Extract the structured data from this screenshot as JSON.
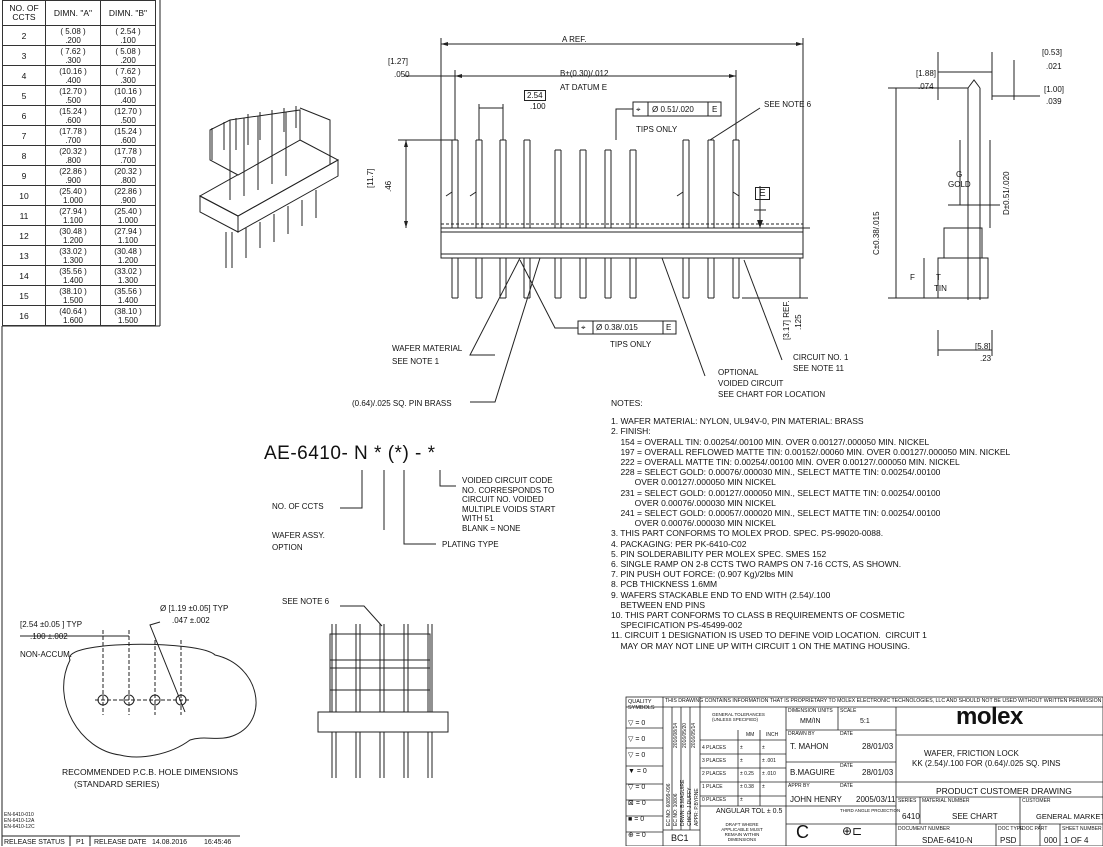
{
  "circuit_table": {
    "headers": [
      "NO. OF CCTS",
      "DIMN. \"A\"",
      "DIMN. \"B\""
    ],
    "rows": [
      {
        "ccts": "2",
        "a_mm": "( 5.08 )",
        "a_in": ".200",
        "b_mm": "( 2.54 )",
        "b_in": ".100"
      },
      {
        "ccts": "3",
        "a_mm": "( 7.62 )",
        "a_in": ".300",
        "b_mm": "( 5.08 )",
        "b_in": ".200"
      },
      {
        "ccts": "4",
        "a_mm": "(10.16 )",
        "a_in": ".400",
        "b_mm": "( 7.62 )",
        "b_in": ".300"
      },
      {
        "ccts": "5",
        "a_mm": "(12.70 )",
        "a_in": ".500",
        "b_mm": "(10.16 )",
        "b_in": ".400"
      },
      {
        "ccts": "6",
        "a_mm": "(15.24 )",
        "a_in": ".600",
        "b_mm": "(12.70 )",
        "b_in": ".500"
      },
      {
        "ccts": "7",
        "a_mm": "(17.78 )",
        "a_in": ".700",
        "b_mm": "(15.24 )",
        "b_in": ".600"
      },
      {
        "ccts": "8",
        "a_mm": "(20.32 )",
        "a_in": ".800",
        "b_mm": "(17.78 )",
        "b_in": ".700"
      },
      {
        "ccts": "9",
        "a_mm": "(22.86 )",
        "a_in": ".900",
        "b_mm": "(20.32 )",
        "b_in": ".800"
      },
      {
        "ccts": "10",
        "a_mm": "(25.40 )",
        "a_in": "1.000",
        "b_mm": "(22.86 )",
        "b_in": ".900"
      },
      {
        "ccts": "11",
        "a_mm": "(27.94 )",
        "a_in": "1.100",
        "b_mm": "(25.40 )",
        "b_in": "1.000"
      },
      {
        "ccts": "12",
        "a_mm": "(30.48 )",
        "a_in": "1.200",
        "b_mm": "(27.94 )",
        "b_in": "1.100"
      },
      {
        "ccts": "13",
        "a_mm": "(33.02 )",
        "a_in": "1.300",
        "b_mm": "(30.48 )",
        "b_in": "1.200"
      },
      {
        "ccts": "14",
        "a_mm": "(35.56 )",
        "a_in": "1.400",
        "b_mm": "(33.02 )",
        "b_in": "1.300"
      },
      {
        "ccts": "15",
        "a_mm": "(38.10 )",
        "a_in": "1.500",
        "b_mm": "(35.56 )",
        "b_in": "1.400"
      },
      {
        "ccts": "16",
        "a_mm": "(40.64 )",
        "a_in": "1.600",
        "b_mm": "(38.10 )",
        "b_in": "1.500"
      }
    ]
  },
  "front_view": {
    "a_ref": "A  REF.",
    "b_dim": "B±(0.30)/.012",
    "at_datum": "AT DATUM E",
    "pitch_mm": "2.54",
    "pitch_in": ".100",
    "tol1": "Ø 0.51/.020",
    "datum_e": "E",
    "tips_only": "TIPS ONLY",
    "see_note_6": "SEE NOTE 6",
    "dim127_mm": "[1.27]",
    "dim127_in": ".050",
    "dim117": "[11.7]",
    "dim46": ".46",
    "tol2": "Ø 0.38/.015",
    "tips_only_2": "TIPS ONLY",
    "dim317": "[3.17] REF.",
    "dim125": ".125",
    "wafer_material": "WAFER MATERIAL",
    "see_note_1": "SEE NOTE 1",
    "optional": "OPTIONAL",
    "voided_circuit": "VOIDED CIRCUIT",
    "see_chart": "SEE CHART FOR LOCATION",
    "circuit_no1": "CIRCUIT NO. 1",
    "see_note_11": "SEE NOTE 11",
    "pin_brass": "(0.64)/.025 SQ. PIN BRASS"
  },
  "side_view": {
    "d053": "[0.53]",
    "d021": ".021",
    "d188": "[1.88]",
    "d074": ".074",
    "d100": "[1.00]",
    "d039": ".039",
    "g": "G",
    "gold": "GOLD",
    "d_dim": "D±0.51/.020",
    "c_dim": "C±0.38/.015",
    "f": "F",
    "t": "T",
    "tin": "TIN",
    "d58": "[5.8]",
    "d23": ".23"
  },
  "part_code": {
    "code": "AE-6410- N * (*) - *",
    "voided_lines": [
      "VOIDED CIRCUIT CODE",
      "NO. CORRESPONDS TO",
      "CIRCUIT NO. VOIDED",
      "MULTIPLE VOIDS START",
      "WITH 51",
      "BLANK = NONE"
    ],
    "no_of_ccts": "NO. OF CCTS",
    "wafer_assy": "WAFER ASSY.",
    "option": "OPTION",
    "plating_type": "PLATING TYPE"
  },
  "pcb": {
    "pitch_label": "[2.54 ±0.05 ] TYP",
    "pitch_in": ".100 ±.002",
    "hole_label": "Ø [1.19 ±0.05] TYP",
    "hole_in": ".047 ±.002",
    "non_accum": "NON-ACCUM.",
    "caption1": "RECOMMENDED P.C.B. HOLE DIMENSIONS",
    "caption2": "(STANDARD SERIES)",
    "see_note_6": "SEE NOTE 6"
  },
  "notes": {
    "title": "NOTES:",
    "lines": [
      "1. WAFER MATERIAL: NYLON, UL94V-0, PIN MATERIAL: BRASS",
      "2. FINISH:",
      "    154 = OVERALL TIN: 0.00254/.00100 MIN. OVER 0.00127/.000050 MIN. NICKEL",
      "    197 = OVERALL REFLOWED MATTE TIN: 0.00152/.00060 MIN. OVER 0.00127/.000050 MIN. NICKEL",
      "    222 = OVERALL MATTE TIN: 0.00254/.00100 MIN. OVER 0.00127/.000050 MIN. NICKEL",
      "    228 = SELECT GOLD: 0.00076/.000030 MIN., SELECT MATTE TIN: 0.00254/.00100",
      "          OVER 0.00127/.000050 MIN NICKEL",
      "    231 = SELECT GOLD: 0.00127/.000050 MIN., SELECT MATTE TIN: 0.00254/.00100",
      "          OVER 0.00076/.000030 MIN NICKEL",
      "    241 = SELECT GOLD: 0.00057/.000020 MIN., SELECT MATTE TIN: 0.00254/.00100",
      "          OVER 0.00076/.000030 MIN NICKEL",
      "3. THIS PART CONFORMS TO MOLEX PROD. SPEC. PS-99020-0088.",
      "4. PACKAGING: PER PK-6410-C02",
      "5. PIN SOLDERABILITY PER MOLEX SPEC. SMES 152",
      "6. SINGLE RAMP ON 2-8 CCTS TWO RAMPS ON 7-16 CCTS, AS SHOWN.",
      "7. PIN PUSH OUT FORCE: (0.907 Kg)/2lbs MIN",
      "8. PCB THICKNESS 1.6MM",
      "9. WAFERS STACKABLE END TO END WITH (2.54)/.100",
      "    BETWEEN END PINS",
      "10. THIS PART CONFORMS TO CLASS B REQUIREMENTS OF COSMETIC",
      "    SPECIFICATION PS-45499-002",
      "11. CIRCUIT 1 DESIGNATION IS USED TO DEFINE VOID LOCATION.  CIRCUIT 1",
      "    MAY OR MAY NOT LINE UP WITH CIRCUIT 1 ON THE MATING HOUSING."
    ]
  },
  "title_block": {
    "proprietary": "THIS DRAWING CONTAINS INFORMATION THAT IS PROPRIETARY TO MOLEX ELECTRONIC TECHNOLOGIES, LLC AND SHOULD NOT BE USED WITHOUT WRITTEN PERMISSION",
    "quality_symbols": "QUALITY SYMBOLS",
    "dimension_units": "DIMENSION UNITS",
    "scale": "SCALE",
    "units_val": "MM/IN",
    "scale_val": "5:1",
    "general_tol": "GENERAL TOLERANCES (UNLESS SPECIFIED)",
    "mm": "MM",
    "inch": "INCH",
    "places": [
      "4 PLACES",
      "3 PLACES",
      "2 PLACES",
      "1 PLACE",
      "0 PLACES"
    ],
    "place_mm": [
      "±",
      "±",
      "± 0.25",
      "± 0.38",
      "±"
    ],
    "place_in": [
      "±",
      "± .001",
      "± .010",
      "±",
      ""
    ],
    "angular": "ANGULAR TOL ± 0.5",
    "drawn_by": "DRAWN BY",
    "drawn_by_val": "T. MAHON",
    "drawn_date": "28/01/03",
    "checked_by_val": "B.MAGUIRE",
    "checked_date": "28/01/03",
    "approved_by": "APPR BY",
    "approved_val": "JOHN HENRY",
    "approved_date": "2005/03/11",
    "date_label": "DATE",
    "material_number": "MATERIAL NUMBER",
    "material_val": "SEE CHART",
    "series": "SERIES",
    "series_val": "6410",
    "customer": "CUSTOMER",
    "customer_val": "GENERAL MARKET",
    "molex": "molex",
    "title_l1": "WAFER, FRICTION LOCK",
    "title_l2": "KK (2.54)/.100 FOR (0.64)/.025 SQ. PINS",
    "drawing_type": "PRODUCT CUSTOMER DRAWING",
    "document_number": "DOCUMENT NUMBER",
    "doc_val": "SDAE-6410-N",
    "doc_type": "DOC TYPE",
    "doc_type_val": "PSD",
    "doc_part": "DOC PART",
    "doc_part_val": "000",
    "sheet_number": "SHEET NUMBER",
    "sheet_val": "1 OF 4",
    "revision": "C",
    "third_angle": "THIRD ANGLE PROJECTION",
    "draft_note": "DRAFT WHERE APPLICABLE MUST REMAIN WITHIN DIMENSIONS",
    "bc1": "BC1",
    "ec_rows": [
      "EC NO: 60899-096",
      "EC NO: 10806",
      "DRWN: B.MAGUIRE",
      "CHK'D: J.DUFFY",
      "APPR: P.BYRNE"
    ],
    "ec_dates": [
      "2016/08/14",
      "2016/05/20",
      "2016/05/14"
    ],
    "quality_rows": [
      "= 0",
      "= 0",
      "= 0",
      "= 0",
      "= 0",
      "= 0",
      "= 0",
      "= 0"
    ]
  },
  "footer": {
    "refs": [
      "EN-6410-010",
      "EN-6410-12A",
      "EN-6410-12C"
    ],
    "release_status": "RELEASE STATUS",
    "release_status_val": "P1",
    "release_date": "RELEASE DATE",
    "release_date_val": "14.08.2016",
    "release_time": "16:45:46"
  }
}
